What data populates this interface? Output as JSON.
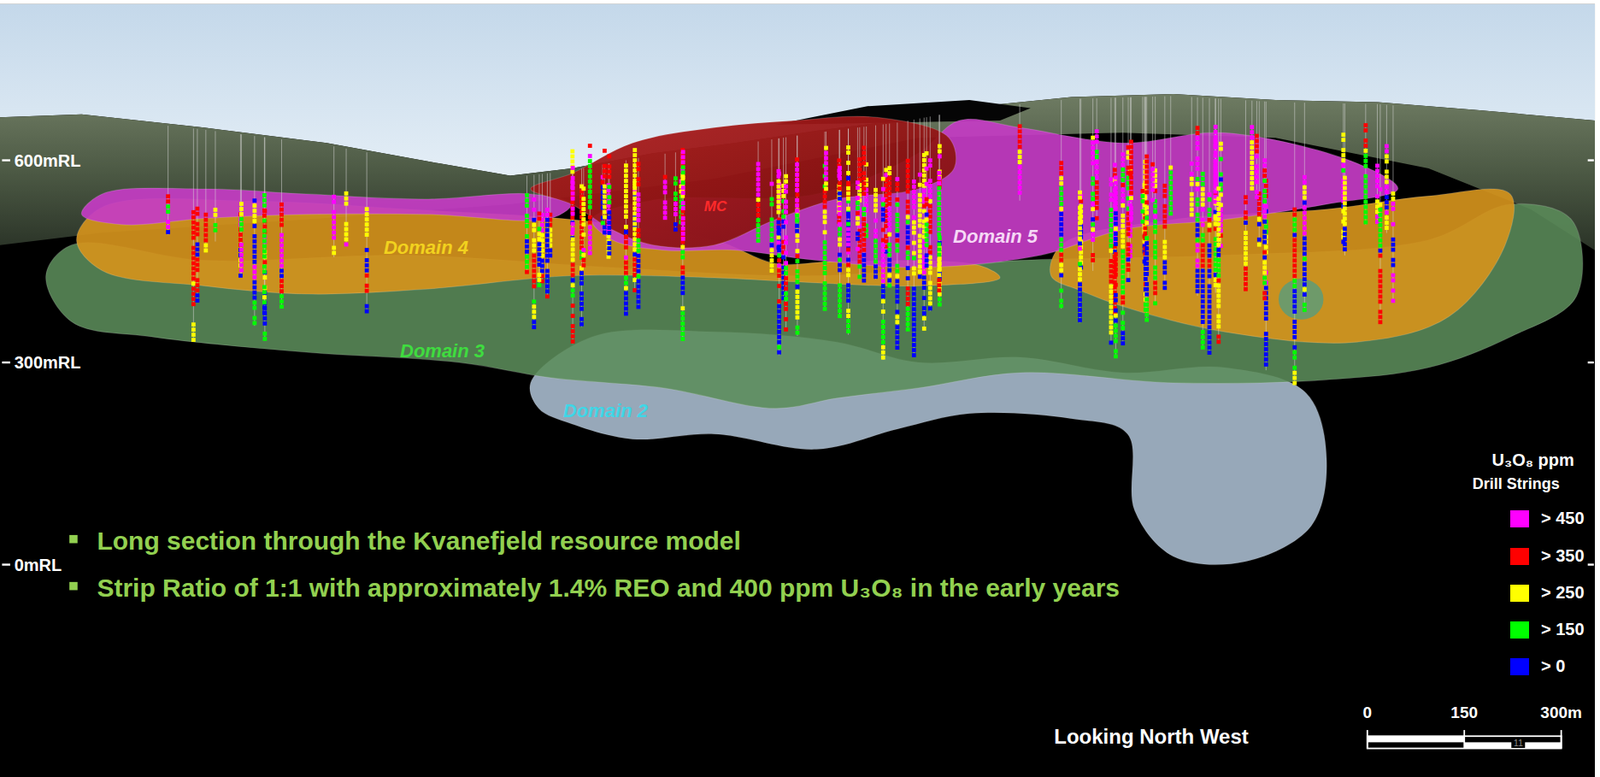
{
  "diagram": {
    "labels": [
      "600mRL",
      "300mRL",
      "0mRL",
      "Domain 4",
      "Domain 5",
      "MC",
      "Domain 3",
      "Domain 2",
      "Long section through the Kvanefjeld resource model",
      "Strip Ratio of 1:1 with approximately 1.4% REO and 400 ppm U₃O₈ in the early years",
      "U₃O₈ ppm",
      "Drill Strings",
      "Looking North West",
      "0",
      "150",
      "300m",
      "11"
    ],
    "legend": [
      {
        "text": "> 450",
        "color": "#ff00ff"
      },
      {
        "text": "> 350",
        "color": "#ff0000"
      },
      {
        "text": "> 250",
        "color": "#ffff00"
      },
      {
        "text": "> 150",
        "color": "#00ff00"
      },
      {
        "text": "> 0",
        "color": "#0000ff"
      }
    ]
  }
}
